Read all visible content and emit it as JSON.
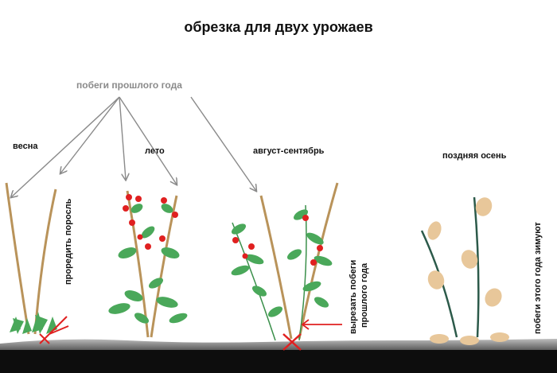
{
  "title": "обрезка для двух урожаев",
  "shoots_label": "побеги прошлого года",
  "seasons": {
    "spring": "весна",
    "summer": "лето",
    "aug_sep": "август-сентябрь",
    "late_autumn": "поздняя осень"
  },
  "notes": {
    "thin_growth": "проредить поросль",
    "cut_line1": "вырезать побеги",
    "cut_line2": "прошлого года",
    "winter_line1": "побеги этого года зимуют"
  },
  "colors": {
    "cane": "#b9935a",
    "green_cane": "#3a8f4a",
    "leaf": "#4aa85a",
    "berry": "#e02020",
    "dry_leaf": "#e8c79a",
    "arrow": "#8a8a8a",
    "ground": "#111111",
    "red_mark": "#e02020"
  }
}
